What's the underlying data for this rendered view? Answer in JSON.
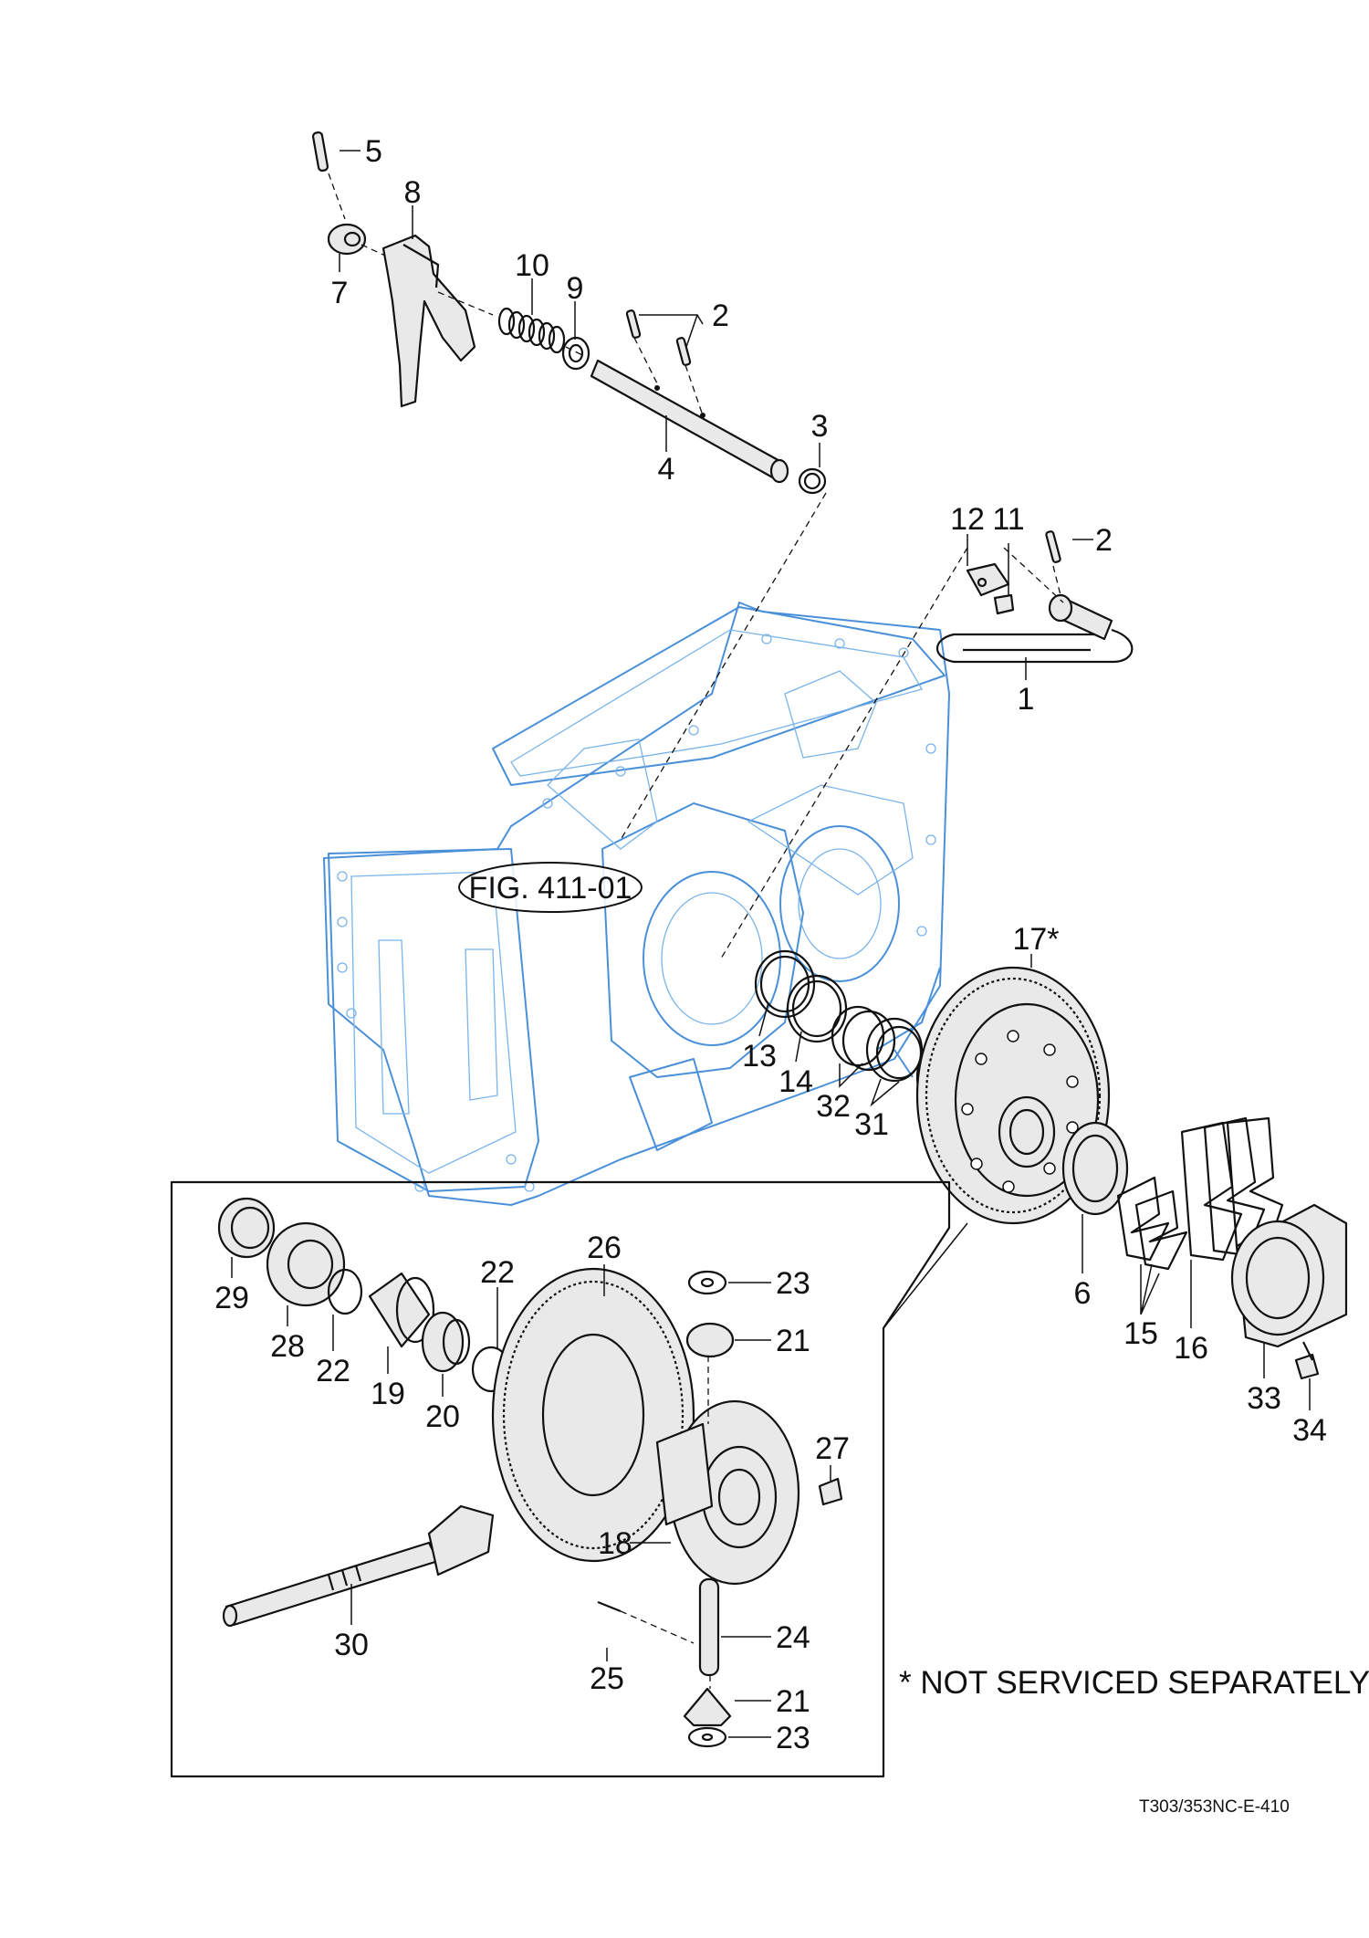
{
  "diagram": {
    "reference_label": "FIG. 411-01",
    "footnote": "* NOT SERVICED SEPARATELY",
    "drawing_code": "T303/353NC-E-410",
    "callouts": {
      "c5": "5",
      "c8": "8",
      "c7": "7",
      "c10": "10",
      "c9": "9",
      "c2a": "2",
      "c3": "3",
      "c4": "4",
      "c12": "12",
      "c11": "11",
      "c2b": "2",
      "c1": "1",
      "c17": "17*",
      "c13": "13",
      "c14": "14",
      "c32": "32",
      "c31": "31",
      "c6": "6",
      "c15": "15",
      "c16": "16",
      "c33": "33",
      "c34": "34",
      "c29": "29",
      "c28": "28",
      "c22a": "22",
      "c22b": "22",
      "c19": "19",
      "c20": "20",
      "c26": "26",
      "c23a": "23",
      "c21a": "21",
      "c27": "27",
      "c18": "18",
      "c30": "30",
      "c24": "24",
      "c25": "25",
      "c21b": "21",
      "c23b": "23"
    }
  }
}
